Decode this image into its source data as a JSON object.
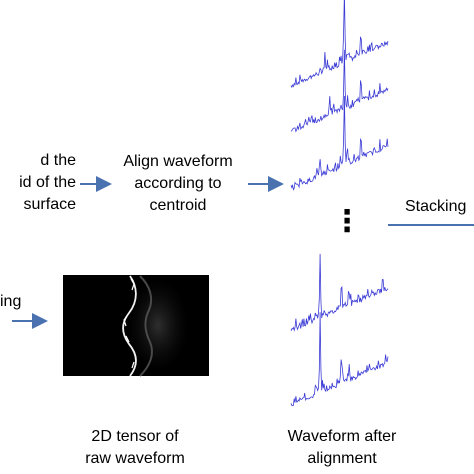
{
  "labels": {
    "left_top": [
      "d the",
      "id of the",
      "surface"
    ],
    "align": [
      "Align waveform",
      "according to",
      "centroid"
    ],
    "stacking": "Stacking",
    "left_bottom": "ing",
    "tensor": [
      "2D tensor of",
      "raw waveform"
    ],
    "after": [
      "Waveform after",
      "alignment"
    ],
    "dots": "⋮"
  },
  "colors": {
    "arrow": "#4a72b0",
    "waveform": "#3b3bd6",
    "text": "#000000",
    "tensor_bg": "#000000",
    "tensor_edge": "#f2f2f2"
  }
}
